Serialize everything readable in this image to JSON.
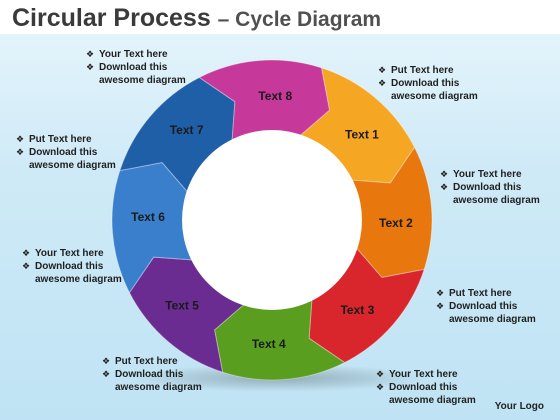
{
  "title": {
    "main": "Circular Process",
    "sub": "– Cycle Diagram"
  },
  "segments": [
    {
      "label": "Text 1",
      "color": "#f5a623"
    },
    {
      "label": "Text 2",
      "color": "#e8780e"
    },
    {
      "label": "Text 3",
      "color": "#d8262c"
    },
    {
      "label": "Text 4",
      "color": "#5a9e1f"
    },
    {
      "label": "Text 5",
      "color": "#6a2c91"
    },
    {
      "label": "Text 6",
      "color": "#3a7fcb"
    },
    {
      "label": "Text 7",
      "color": "#1f5fa8"
    },
    {
      "label": "Text 8",
      "color": "#c6399b"
    }
  ],
  "notes": [
    {
      "line1": "Your Text here",
      "line2": "Download this",
      "line3": "awesome diagram"
    },
    {
      "line1": "Put Text here",
      "line2": "Download this",
      "line3": "awesome diagram"
    },
    {
      "line1": "Your Text here",
      "line2": "Download this",
      "line3": "awesome diagram"
    },
    {
      "line1": "Put Text here",
      "line2": "Download this",
      "line3": "awesome diagram"
    },
    {
      "line1": "Your Text here",
      "line2": "Download this",
      "line3": "awesome diagram"
    },
    {
      "line1": "Put Text here",
      "line2": "Download this",
      "line3": "awesome diagram"
    },
    {
      "line1": "Your Text here",
      "line2": "Download this",
      "line3": "awesome diagram"
    },
    {
      "line1": "Put Text here",
      "line2": "Download this",
      "line3": "awesome diagram"
    }
  ],
  "bullet_glyph": "❖",
  "logo": "Your Logo"
}
